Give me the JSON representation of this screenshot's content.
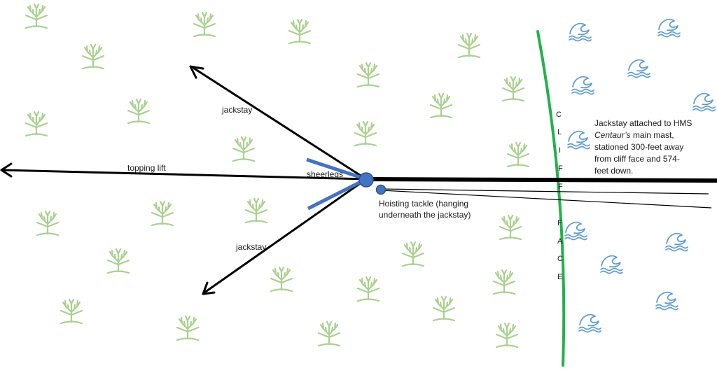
{
  "labels": {
    "jackstay_upper": "jackstay",
    "jackstay_lower": "jackstay",
    "topping_lift": "topping lift",
    "sheerlegs": "sheerlegs",
    "hoisting_tackle_line1": "Hoisting tackle (hanging",
    "hoisting_tackle_line2": "underneath the jackstay)"
  },
  "cliff_letters": [
    "C",
    "L",
    "I",
    "F",
    "F",
    "F",
    "A",
    "C",
    "E"
  ],
  "note": {
    "line1": "Jackstay attached to HMS",
    "line2_italic": "Centaur’s",
    "line2_rest": " main mast,",
    "line3": "stationed 300-feet away",
    "line4": "from cliff face and 574-",
    "line5": "feet down."
  },
  "colors": {
    "line": "#000000",
    "sheerlegs": "#4472c4",
    "cliff": "#22b14c",
    "shrub": "#a9d18e",
    "wave": "#5b9bd5"
  },
  "icons": {
    "land": "shrub-icon",
    "sea": "wave-icon"
  }
}
